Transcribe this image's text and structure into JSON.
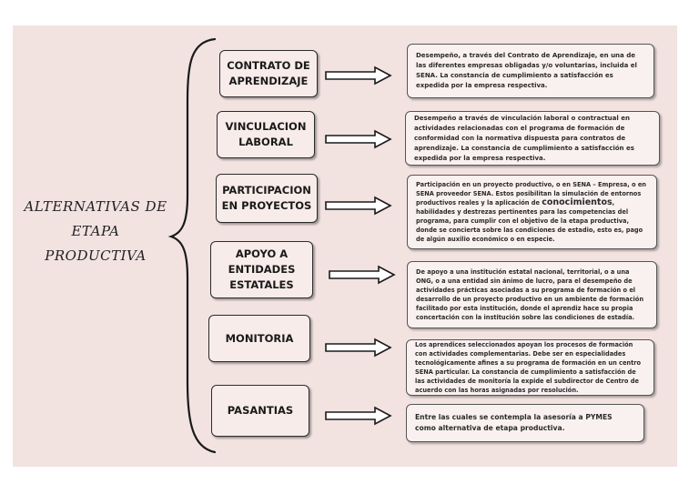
{
  "title": {
    "line1": "ALTERNATIVAS DE",
    "line2": "ETAPA",
    "line3": "PRODUCTIVA"
  },
  "alternatives": [
    {
      "name_line1": "CONTRATO DE",
      "name_line2": "APRENDIZAJE",
      "description": "Desempeño, a través del Contrato de Aprendizaje, en una de las diferentes empresas obligadas y/o voluntarias, incluida el SENA. La constancia de cumplimiento a satisfacción es expedida por la empresa respectiva."
    },
    {
      "name_line1": "VINCULACION",
      "name_line2": "LABORAL",
      "description": "Desempeño a través de vinculación laboral o contractual en actividades relacionadas con el programa de formación de conformidad con la normativa dispuesta para contratos de aprendizaje. La constancia de cumplimiento a satisfacción es expedida por la empresa respectiva."
    },
    {
      "name_line1": "PARTICIPACION",
      "name_line2": "EN PROYECTOS",
      "description_before": "Participación en un proyecto productivo, o en SENA – Empresa, o en SENA proveedor SENA. Estos posibilitan la simulación de entornos productivos reales y la aplicación de ",
      "description_highlight": "conocimientos",
      "description_after": ", habilidades y destrezas pertinentes para las competencias del programa, para cumplir con el objetivo de la etapa productiva, donde se concierta sobre las condiciones de estadio, esto es, pago de algún auxilio económico o en especie."
    },
    {
      "name_line1": "APOYO A",
      "name_line2": "ENTIDADES",
      "name_line3": "ESTATALES",
      "description": "De apoyo a una institución estatal nacional, territorial, o a una ONG, o a una entidad sin ánimo de lucro, para el desempeño de actividades prácticas asociadas a su programa de formación o el desarrollo de un proyecto productivo en un ambiente de formación facilitado por esta institución, donde el aprendiz hace su propia concertación con la institución sobre las condiciones de estadía."
    },
    {
      "name_line1": "MONITORIA",
      "description": "Los aprendices seleccionados apoyan los procesos de formación con actividades complementarias. Debe ser en especialidades tecnológicamente afines a su programa de formación en un centro SENA particular. La constancia de cumplimiento a satisfacción de las actividades de monitoría la expide el subdirector de Centro de acuerdo con las horas asignadas por resolución."
    },
    {
      "name_line1": "PASANTIAS",
      "description": "Entre las cuales se contempla la asesoría a PYMES como alternativa de etapa productiva."
    }
  ],
  "colors": {
    "background_panel": "#f2e3e1",
    "box_fill": "#f7ecea",
    "outline": "#2b2b2b"
  }
}
